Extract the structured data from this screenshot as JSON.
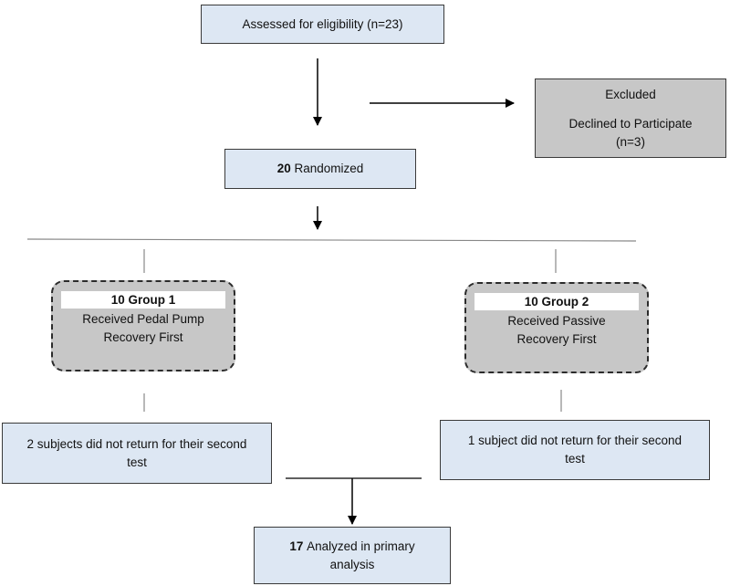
{
  "screening": {
    "text": "Assessed for eligibility (n=23)"
  },
  "excluded": {
    "title": "Excluded",
    "reason": "Declined to Participate",
    "count": "(n=3)"
  },
  "randomized": {
    "number": "20",
    "text": "Randomized"
  },
  "group1": {
    "title": "10 Group 1",
    "line1": "Received Pedal Pump",
    "line2": "Recovery First"
  },
  "group2": {
    "title": "10 Group 2",
    "line1": "Received Passive",
    "line2": "Recovery First"
  },
  "dropout1": {
    "line1": "2 subjects did not return for their second",
    "line2": "test"
  },
  "dropout2": {
    "line1": "1 subject did not return for their second",
    "line2": "test"
  },
  "analyzed": {
    "number": "17",
    "line1": "Analyzed in primary",
    "line2": "analysis"
  },
  "colors": {
    "box_fill": "#dde7f3",
    "gray_fill": "#c7c7c7",
    "line": "#000000"
  }
}
